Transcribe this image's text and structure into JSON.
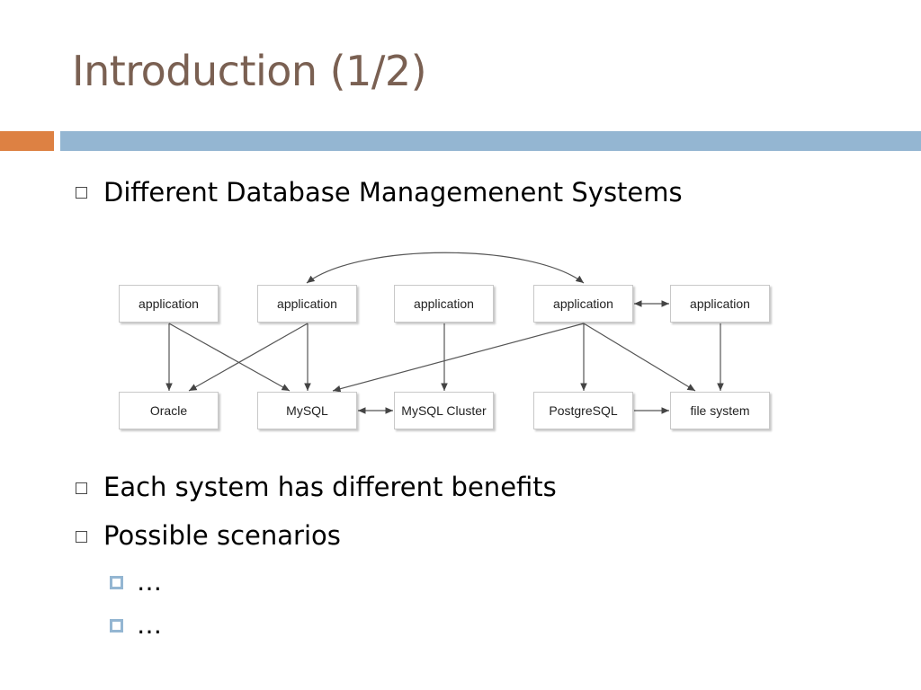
{
  "slide": {
    "title": "Introduction (1/2)",
    "bullets": [
      "Different Database Managemenent Systems",
      "Each system has different benefits",
      "Possible scenarios"
    ],
    "sub_bullets": [
      "…",
      "…"
    ]
  },
  "diagram": {
    "applications": [
      "application",
      "application",
      "application",
      "application",
      "application"
    ],
    "databases": [
      "Oracle",
      "MySQL",
      "MySQL Cluster",
      "PostgreSQL",
      "file system"
    ]
  },
  "colors": {
    "title": "#7a6052",
    "accent_orange": "#dd8143",
    "accent_blue": "#94b6d2"
  }
}
